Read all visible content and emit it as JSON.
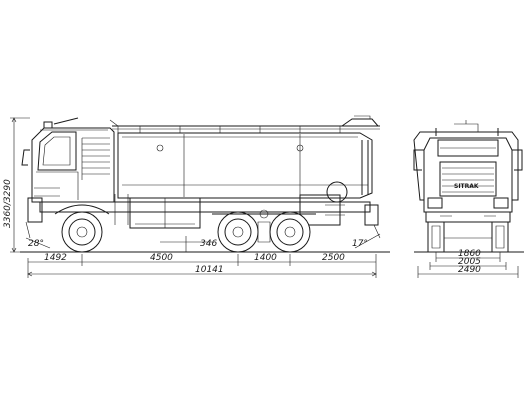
{
  "dimensions": {
    "height": "3360/3290",
    "angle_front": "28°",
    "angle_rear": "17°",
    "front_overhang": "1492",
    "wheelbase_1": "4500",
    "axle_spacing": "1400",
    "rear_overhang": "2500",
    "total_length": "10141",
    "ground_clearance": "346",
    "track_1": "1860",
    "track_2": "2005",
    "width": "2490"
  },
  "brand_badge": "SITRAK"
}
